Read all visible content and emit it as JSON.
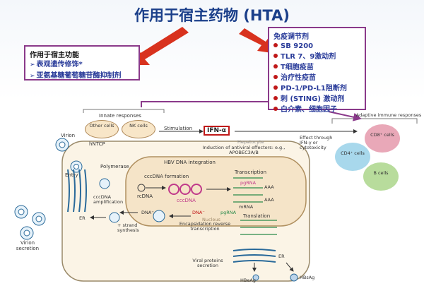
{
  "title": "作用于宿主药物 (HTA)",
  "left_box": {
    "heading": "作用于宿主功能",
    "items": [
      "表观遗传修饰*",
      "亚氨基糖葡萄糖苷酶抑制剂"
    ]
  },
  "right_box": {
    "heading": "免疫调节剂",
    "items": [
      "SB 9200",
      "TLR 7、9激动剂",
      "T细胞疫苗",
      "治疗性疫苗",
      "PD-1/PD-L1阻断剂",
      "刺 (STING) 激动剂",
      "白介素、细胞因子"
    ]
  },
  "diagram": {
    "innate_responses": "Innate responses",
    "other_cells": "Other cells",
    "nk_cells": "NK cells",
    "stimulation": "Stimulation",
    "ifn_alpha": "IFN-α",
    "hepatocyte": "Hepatocyte",
    "adaptive_responses": "Adaptive immune responses",
    "cd8": "CD8⁺ cells",
    "cd4": "CD4⁺ cells",
    "b_cells": "B cells",
    "effect_through": "Effect through IFN-γ or cytotoxicity",
    "induction": "Induction of antiviral effectors: e.g., APOBEC3A/B",
    "virion": "Virion",
    "hntcp": "hNTCP",
    "entry": "Entry",
    "polymerase": "Polymerase",
    "hbv_integration": "HBV DNA integration",
    "cccdna_formation": "cccDNA formation",
    "rcdna": "rcDNA",
    "cccdna": "cccDNA",
    "transcription": "Transcription",
    "pgrna": "pgRNA",
    "mrna": "mRNA",
    "aaa1": "AAA",
    "aaa2": "AAA",
    "nucleus": "Nucleus",
    "cccdna_amplification": "cccDNA amplification",
    "dna_plus": "DNA⁺",
    "dna_minus": "DNA⁻",
    "strand_synthesis": "+ strand synthesis",
    "translation": "Translation",
    "encapsidation": "Encapsidation reverse transcription",
    "pgrna2": "pgRNA",
    "virion_secretion": "Virion secretion",
    "er_left": "ER",
    "er_right": "ER",
    "viral_proteins": "Viral proteins secretion",
    "hbeag": "HBeAg",
    "hbsag": "HBsAg"
  },
  "colors": {
    "title": "#1b3f8a",
    "arrow_red": "#d8321e",
    "box_border": "#8a3a8a",
    "item_text": "#2a3c9a"
  }
}
